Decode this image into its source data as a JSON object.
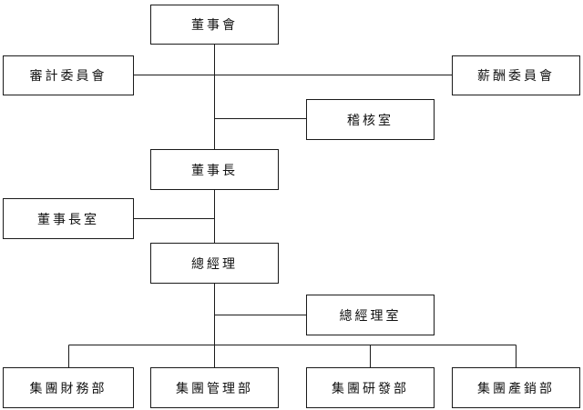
{
  "org": {
    "board": "董事會",
    "audit_committee": "審計委員會",
    "compensation_committee": "薪酬委員會",
    "internal_audit": "稽核室",
    "chairman": "董事長",
    "chairman_office": "董事長室",
    "general_manager": "總經理",
    "gm_office": "總經理室",
    "departments": [
      "集團財務部",
      "集團管理部",
      "集團研發部",
      "集團產銷部"
    ]
  },
  "colors": {
    "line": "#1a1a1a",
    "box_border": "#1a1a1a",
    "text": "#111111",
    "background": "#ffffff"
  }
}
